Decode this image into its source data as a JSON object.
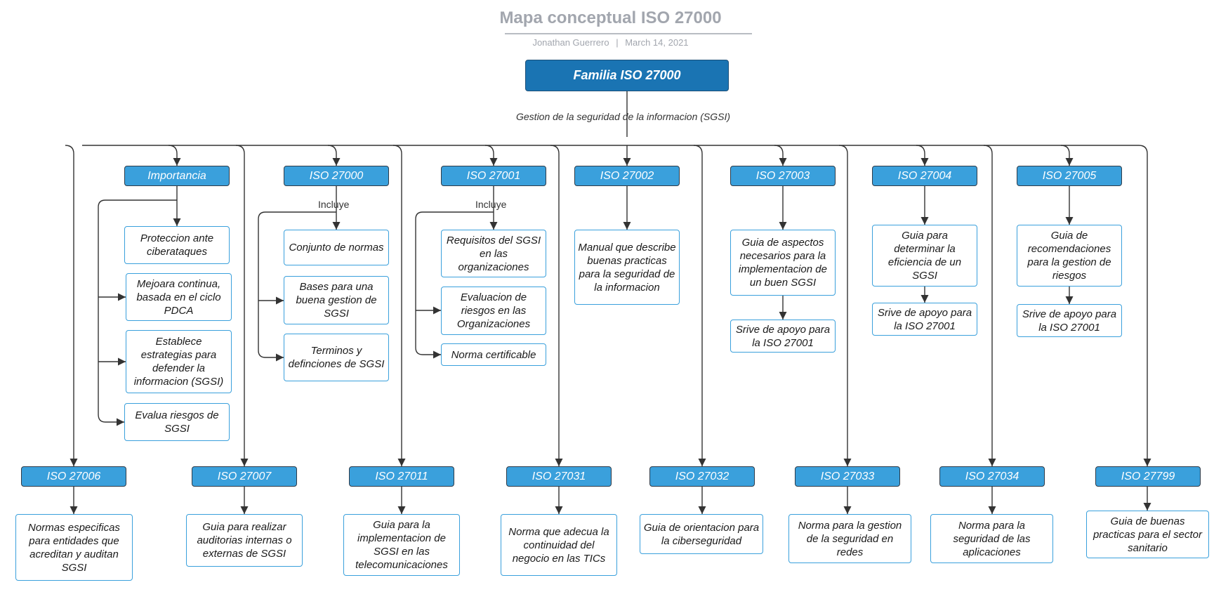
{
  "header": {
    "title": "Mapa conceptual ISO 27000",
    "author": "Jonathan Guerrero",
    "separator": "|",
    "date": "March 14, 2021"
  },
  "root": {
    "label": "Familia ISO 27000",
    "edge_label": "Gestion de la seguridad de la informacion (SGSI)"
  },
  "top_row": [
    {
      "id": "importancia",
      "label": "Importancia",
      "children": [
        "Proteccion ante ciberataques",
        "Mejoara continua, basada en el ciclo PDCA",
        "Establece estrategias para defender la informacion (SGSI)",
        "Evalua riesgos de SGSI"
      ]
    },
    {
      "id": "iso27000",
      "label": "ISO 27000",
      "edge_label": "Incluye",
      "children": [
        "Conjunto de normas",
        "Bases para  una buena gestion de SGSI",
        "Terminos y definciones de SGSI"
      ]
    },
    {
      "id": "iso27001",
      "label": "ISO 27001",
      "edge_label": "Incluye",
      "children": [
        "Requisitos del SGSI en las organizaciones",
        "Evaluacion de riesgos en las Organizaciones",
        "Norma certificable"
      ]
    },
    {
      "id": "iso27002",
      "label": "ISO 27002",
      "children": [
        "Manual que describe buenas practicas para la seguridad de la informacion"
      ]
    },
    {
      "id": "iso27003",
      "label": "ISO 27003",
      "children": [
        "Guia de aspectos necesarios para la implementacion de un buen SGSI",
        "Srive de apoyo para la ISO 27001"
      ]
    },
    {
      "id": "iso27004",
      "label": "ISO 27004",
      "children": [
        "Guia para determinar la eficiencia de un SGSI",
        "Srive de apoyo para la ISO 27001"
      ]
    },
    {
      "id": "iso27005",
      "label": "ISO 27005",
      "children": [
        "Guia de recomendaciones para la gestion de riesgos",
        "Srive de apoyo para la ISO 27001"
      ]
    }
  ],
  "bottom_row": [
    {
      "id": "iso27006",
      "label": "ISO 27006",
      "description": "Normas especificas para entidades que acreditan y auditan SGSI"
    },
    {
      "id": "iso27007",
      "label": "ISO 27007",
      "description": "Guia para realizar auditorias internas o externas de SGSI"
    },
    {
      "id": "iso27011",
      "label": "ISO 27011",
      "description": "Guia para la implementacion de SGSI en las telecomunicaciones"
    },
    {
      "id": "iso27031",
      "label": "ISO 27031",
      "description": "Norma que adecua la continuidad del negocio en las TICs"
    },
    {
      "id": "iso27032",
      "label": "ISO 27032",
      "description": "Guia de orientacion para la ciberseguridad"
    },
    {
      "id": "iso27033",
      "label": "ISO 27033",
      "description": "Norma para la gestion de la seguridad en redes"
    },
    {
      "id": "iso27034",
      "label": "ISO 27034",
      "description": "Norma para la seguridad de las aplicaciones"
    },
    {
      "id": "iso27799",
      "label": "ISO 27799",
      "description": "Guia de buenas practicas para el sector sanitario"
    }
  ],
  "colors": {
    "root_fill": "#1a74b3",
    "header_fill": "#3aa0dc",
    "box_border": "#3aa0dc",
    "line": "#333333",
    "title": "#a2a6ae"
  }
}
